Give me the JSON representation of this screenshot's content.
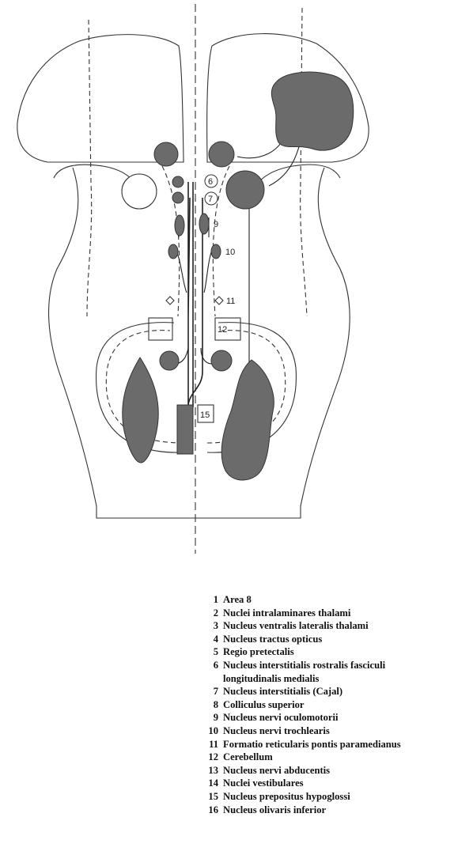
{
  "diagram": {
    "labels": {
      "n6": "6",
      "n7": "7",
      "n9": "9",
      "n10": "10",
      "n11": "11",
      "n12": "12",
      "n15": "15"
    }
  },
  "legend": {
    "items": [
      {
        "num": "1",
        "text": "Area 8"
      },
      {
        "num": "2",
        "text": "Nuclei intralaminares thalami"
      },
      {
        "num": "3",
        "text": "Nucleus ventralis lateralis thalami"
      },
      {
        "num": "4",
        "text": "Nucleus tractus opticus"
      },
      {
        "num": "5",
        "text": "Regio pretectalis"
      },
      {
        "num": "6",
        "text": "Nucleus interstitialis rostralis fasciculi"
      },
      {
        "num": "",
        "text": "longitudinalis medialis"
      },
      {
        "num": "7",
        "text": "Nucleus interstitialis (Cajal)"
      },
      {
        "num": "8",
        "text": "Colliculus superior"
      },
      {
        "num": "9",
        "text": "Nucleus nervi oculomotorii"
      },
      {
        "num": "10",
        "text": "Nucleus nervi trochlearis"
      },
      {
        "num": "11",
        "text": "Formatio reticularis pontis paramedianus"
      },
      {
        "num": "12",
        "text": "Cerebellum"
      },
      {
        "num": "13",
        "text": "Nucleus nervi abducentis"
      },
      {
        "num": "14",
        "text": "Nuclei vestibulares"
      },
      {
        "num": "15",
        "text": "Nucleus prepositus hypoglossi"
      },
      {
        "num": "16",
        "text": "Nucleus olivaris inferior"
      }
    ]
  }
}
